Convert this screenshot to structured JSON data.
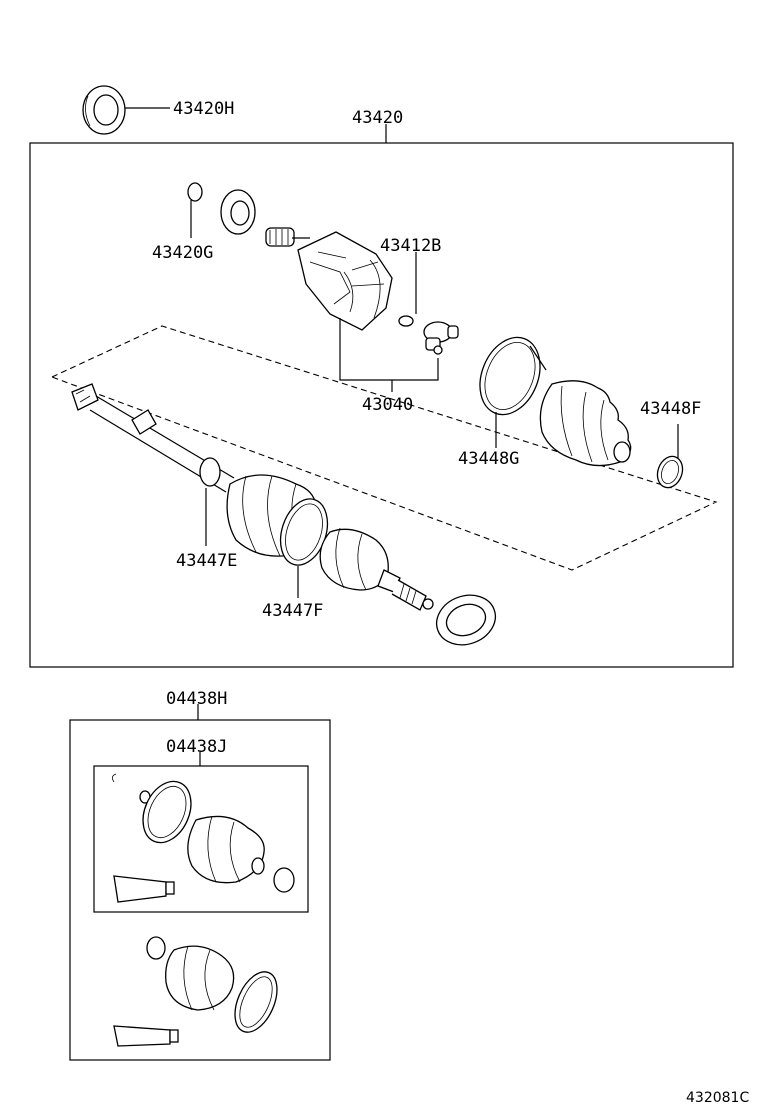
{
  "labels": {
    "p43420H": "43420H",
    "p43420": "43420",
    "p43420G": "43420G",
    "p43412B": "43412B",
    "p43040": "43040",
    "p43448F": "43448F",
    "p43448G": "43448G",
    "p43447E": "43447E",
    "p43447F": "43447F",
    "p04438H": "04438H",
    "p04438J": "04438J"
  },
  "figure_number": "432081C"
}
